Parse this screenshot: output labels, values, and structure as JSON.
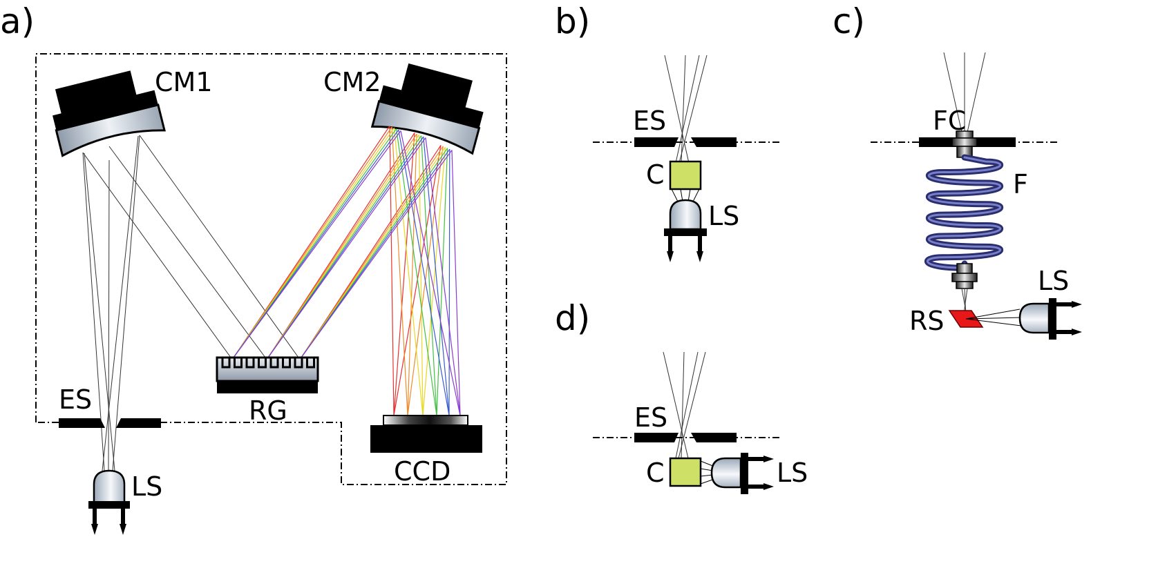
{
  "panels": {
    "a": {
      "panel_label": "a)",
      "labels": {
        "cm1": "CM1",
        "cm2": "CM2",
        "es": "ES",
        "rg": "RG",
        "ccd": "CCD",
        "ls": "LS"
      }
    },
    "b": {
      "panel_label": "b)",
      "labels": {
        "es": "ES",
        "c": "C",
        "ls": "LS"
      }
    },
    "c": {
      "panel_label": "c)",
      "labels": {
        "fc": "FC",
        "f": "F",
        "ls": "LS",
        "rs": "RS"
      }
    },
    "d": {
      "panel_label": "d)",
      "labels": {
        "es": "ES",
        "c": "C",
        "ls": "LS"
      }
    }
  },
  "colors": {
    "spectrum": [
      "#e63030",
      "#f08a2a",
      "#e8d820",
      "#40c040",
      "#3a5ad0",
      "#8a3ad0"
    ],
    "collimator": "#cfe066",
    "diffuser": "#e81818",
    "fiber": "#2a2e6e",
    "housing": "#000000"
  }
}
